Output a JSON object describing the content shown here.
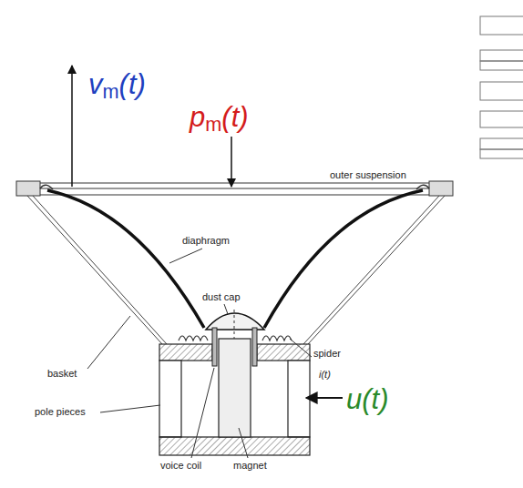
{
  "diagram": {
    "labels": [
      "vm(t)",
      "pm(t)",
      "outer suspension",
      "diaphragm",
      "dust cap",
      "basket",
      "spider",
      "i(t)",
      "u(t)",
      "pole pieces",
      "voice coil",
      "magnet"
    ]
  }
}
